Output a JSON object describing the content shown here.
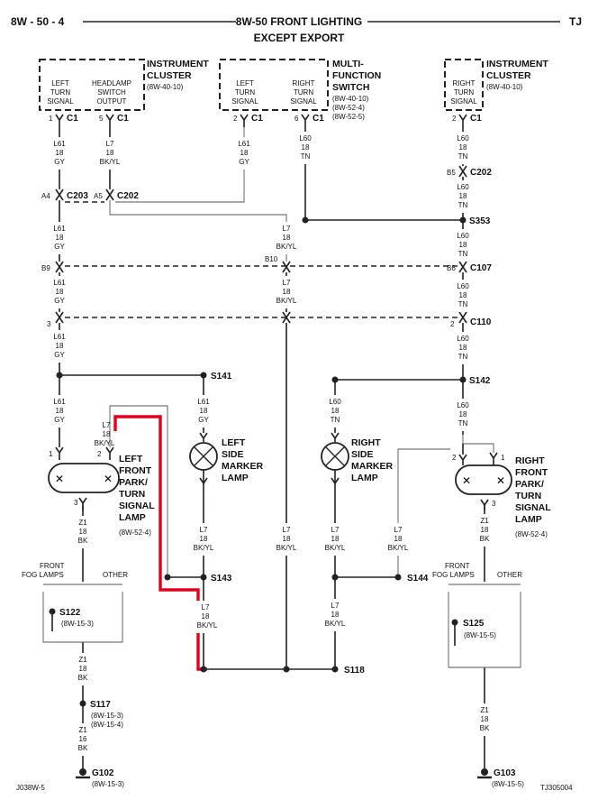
{
  "header": {
    "left": "8W - 50 - 4",
    "title_line1": "8W-50 FRONT LIGHTING",
    "title_line2": "EXCEPT EXPORT",
    "right": "TJ"
  },
  "components": {
    "ic_left": {
      "name_line1": "INSTRUMENT",
      "name_line2": "CLUSTER",
      "ref": "(8W-40-10)",
      "pin1_l1": "LEFT",
      "pin1_l2": "TURN",
      "pin1_l3": "SIGNAL",
      "pin2_l1": "HEADLAMP",
      "pin2_l2": "SWITCH",
      "pin2_l3": "OUTPUT"
    },
    "mfs": {
      "name_line1": "MULTI-",
      "name_line2": "FUNCTION",
      "name_line3": "SWITCH",
      "ref1": "(8W-40-10)",
      "ref2": "(8W-52-4)",
      "ref3": "(8W-52-5)",
      "pin1_l1": "LEFT",
      "pin1_l2": "TURN",
      "pin1_l3": "SIGNAL",
      "pin2_l1": "RIGHT",
      "pin2_l2": "TURN",
      "pin2_l3": "SIGNAL"
    },
    "ic_right": {
      "name_line1": "INSTRUMENT",
      "name_line2": "CLUSTER",
      "ref": "(8W-40-10)",
      "pin1_l1": "RIGHT",
      "pin1_l2": "TURN",
      "pin1_l3": "SIGNAL"
    },
    "left_lamp": {
      "l1": "LEFT",
      "l2": "FRONT",
      "l3": "PARK/",
      "l4": "TURN",
      "l5": "SIGNAL",
      "l6": "LAMP",
      "ref": "(8W-52-4)"
    },
    "right_lamp": {
      "l1": "RIGHT",
      "l2": "FRONT",
      "l3": "PARK/",
      "l4": "TURN",
      "l5": "SIGNAL",
      "l6": "LAMP",
      "ref": "(8W-52-4)"
    },
    "left_marker": {
      "l1": "LEFT",
      "l2": "SIDE",
      "l3": "MARKER",
      "l4": "LAMP"
    },
    "right_marker": {
      "l1": "RIGHT",
      "l2": "SIDE",
      "l3": "MARKER",
      "l4": "LAMP"
    }
  },
  "connectors": {
    "c1_a": "C1",
    "c1_b": "C1",
    "c1_c": "C1",
    "c1_d": "C1",
    "c1_e": "C1",
    "c203": "C203",
    "c202_left": "C202",
    "c202_right": "C202",
    "c107": "C107",
    "c110": "C110",
    "pin_1a": "1",
    "pin_5": "5",
    "pin_2a": "2",
    "pin_6": "6",
    "pin_2b": "2",
    "pin_a4": "A4",
    "pin_a5": "A5",
    "pin_b5": "B5",
    "pin_b9": "B9",
    "pin_b10": "B10",
    "pin_b6": "B6",
    "pin_3": "3",
    "pin_2c": "2",
    "lamp_l_p1": "1",
    "lamp_l_p2": "2",
    "lamp_l_p3": "3",
    "lamp_r_p1": "1",
    "lamp_r_p2": "2",
    "lamp_r_p3": "3"
  },
  "splices": {
    "s353": "S353",
    "s141": "S141",
    "s142": "S142",
    "s143": "S143",
    "s144": "S144",
    "s118": "S118",
    "s122": "S122",
    "s122_ref": "(8W-15-3)",
    "s125": "S125",
    "s125_ref": "(8W-15-5)",
    "s117": "S117",
    "s117_ref1": "(8W-15-3)",
    "s117_ref2": "(8W-15-4)"
  },
  "grounds": {
    "g102": "G102",
    "g102_ref": "(8W-15-3)",
    "g103": "G103",
    "g103_ref": "(8W-15-5)"
  },
  "branches": {
    "front_fog_l1": "FRONT",
    "front_fog_l2": "FOG LAMPS",
    "other_left": "OTHER",
    "front_fog_r1": "FRONT",
    "front_fog_r2": "FOG LAMPS",
    "other_right": "OTHER"
  },
  "wires": {
    "l61": "L61",
    "l60": "L60",
    "l7": "L7",
    "z1": "Z1",
    "g18": "18",
    "g16": "16",
    "gy": "GY",
    "tn": "TN",
    "bkyl": "BK/YL",
    "bk": "BK"
  },
  "footer": {
    "left": "J038W-5",
    "right": "TJ305004"
  },
  "colors": {
    "highlight": "#e0001b",
    "wire": "#222222"
  }
}
